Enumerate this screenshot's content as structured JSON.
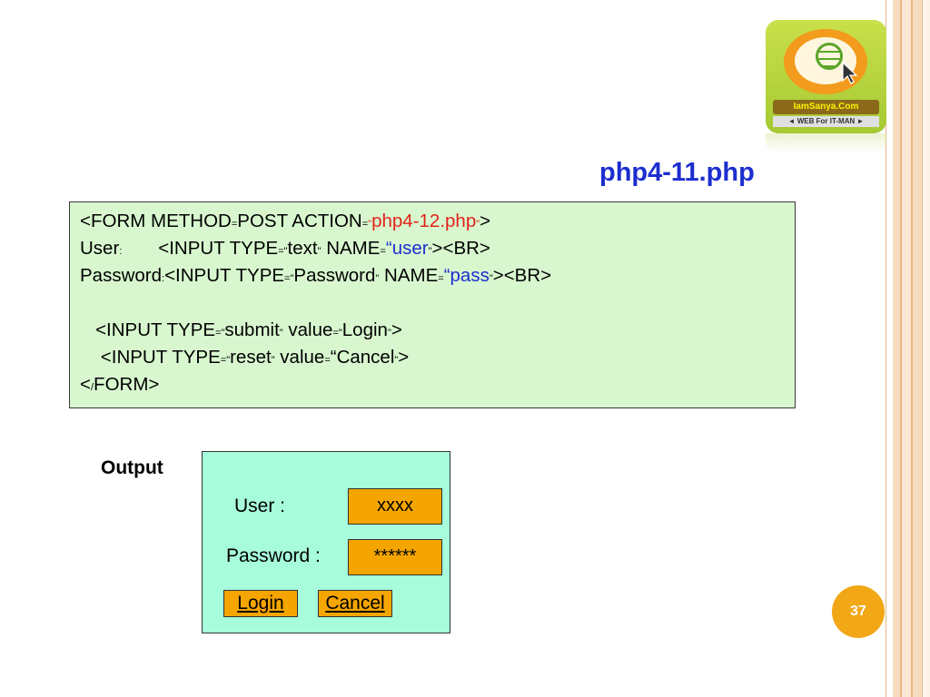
{
  "logo": {
    "name": "IamSanya.Com",
    "tagline": "◄ WEB For IT-MAN ►"
  },
  "title": "php4-11.php",
  "code": {
    "line1": {
      "a": "<FORM METHOD",
      "eq1": "=",
      "b": "POST ACTION",
      "eq2": "=",
      "q1": "\"",
      "val": "php4-12.php",
      "q2": "\"",
      "c": ">"
    },
    "line2": {
      "a": "User",
      "colon": ":",
      "b": "       <INPUT TYPE",
      "eq1": "=",
      "q1": "\"",
      "type": "text",
      "q2": "\"",
      "c": " NAME",
      "eq2": "=",
      "q3": "“",
      "val": "user",
      "q4": "\"",
      "d": "><BR>"
    },
    "line3": {
      "a": "Password",
      "colon": ":",
      "b": "<INPUT TYPE",
      "eq1": "=",
      "q1": "\"",
      "type": "Password",
      "q2": "\"",
      "c": " NAME",
      "eq2": "=",
      "q3": "“",
      "val": "pass",
      "q4": "\"",
      "d": "><BR>"
    },
    "line4": {
      "a": "   <INPUT TYPE",
      "eq1": "=",
      "q1": "\"",
      "type": "submit",
      "q2": "\"",
      "c": " value",
      "eq2": "=",
      "q3": "\"",
      "val": "Login",
      "q4": "\"",
      "d": ">"
    },
    "line5": {
      "a": "    <INPUT TYPE",
      "eq1": "=",
      "q1": "\"",
      "type": "reset",
      "q2": "\"",
      "c": " value",
      "eq2": "=",
      "q3": "“",
      "val": "Cancel",
      "q4": "\"",
      "d": ">"
    },
    "line6": {
      "a": "<",
      "slash": "/",
      "b": "FORM>"
    }
  },
  "output": {
    "label": "Output",
    "user_label": "User :",
    "user_value": "xxxx",
    "password_label": "Password :",
    "password_value": "******",
    "login_button": "Login",
    "cancel_button": "Cancel"
  },
  "page_number": "37",
  "colors": {
    "title": "#1d2ecf",
    "code_bg": "#d8f7cf",
    "output_bg": "#a6fcdb",
    "field_bg": "#f4a500",
    "page_badge": "#f2a716",
    "highlight_red": "#e2231a",
    "highlight_blue": "#1d2ecf"
  }
}
